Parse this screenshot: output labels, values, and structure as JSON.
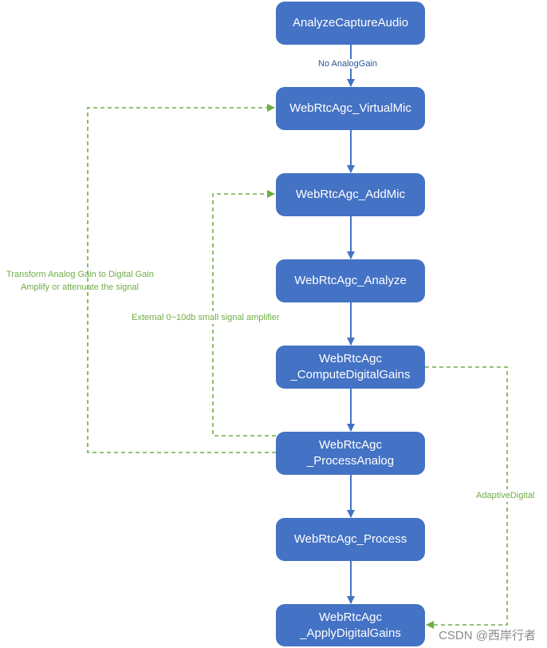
{
  "nodes": {
    "analyze_capture_audio": [
      "AnalyzeCaptureAudio"
    ],
    "virtual_mic": [
      "WebRtcAgc_VirtualMic"
    ],
    "add_mic": [
      "WebRtcAgc_AddMic"
    ],
    "analyze": [
      "WebRtcAgc_Analyze"
    ],
    "compute_digital_gains": [
      "WebRtcAgc",
      "_ComputeDigitalGains"
    ],
    "process_analog": [
      "WebRtcAgc",
      "_ProcessAnalog"
    ],
    "process": [
      "WebRtcAgc_Process"
    ],
    "apply_digital_gains": [
      "WebRtcAgc",
      "_ApplyDigitalGains"
    ]
  },
  "edge_labels": {
    "no_analog_gain": "No AnalogGain",
    "transform_line1": "Transform Analog Gain to Digital Gain",
    "transform_line2": "Amplify or attenuate the signal",
    "external_amp": "External 0~10db small signal amplifier",
    "adaptive_digital": "AdaptiveDigital"
  },
  "watermark": "CSDN @西岸行者",
  "colors": {
    "node_fill": "#4472C4",
    "main_arrow": "#4472C4",
    "feedback_arrow": "#70AD47",
    "label_blue": "#2F5597"
  }
}
